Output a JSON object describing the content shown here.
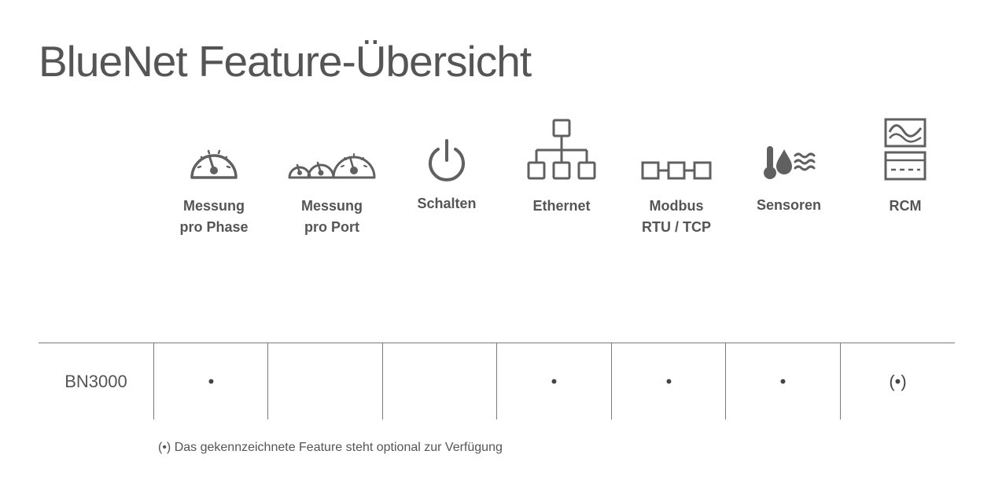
{
  "title": "BlueNet Feature-Übersicht",
  "features": [
    {
      "icon": "gauge-icon",
      "line1": "Messung",
      "line2": "pro Phase"
    },
    {
      "icon": "multi-gauge-icon",
      "line1": "Messung",
      "line2": "pro Port"
    },
    {
      "icon": "power-icon",
      "line1": "Schalten",
      "line2": ""
    },
    {
      "icon": "network-icon",
      "line1": "Ethernet",
      "line2": ""
    },
    {
      "icon": "modbus-chain-icon",
      "line1": "Modbus",
      "line2": "RTU / TCP"
    },
    {
      "icon": "sensor-icon",
      "line1": "Sensoren",
      "line2": ""
    },
    {
      "icon": "rcm-icon",
      "line1": "RCM",
      "line2": ""
    }
  ],
  "table": {
    "rows": [
      {
        "model": "BN3000",
        "cells": [
          "•",
          "",
          "",
          "•",
          "•",
          "•",
          "(•)"
        ]
      }
    ]
  },
  "footnote": "(•) Das gekennzeichnete Feature steht optional zur Verfügung",
  "colors": {
    "text": "#555555",
    "icon": "#606060",
    "rule": "#7a7a7a"
  }
}
